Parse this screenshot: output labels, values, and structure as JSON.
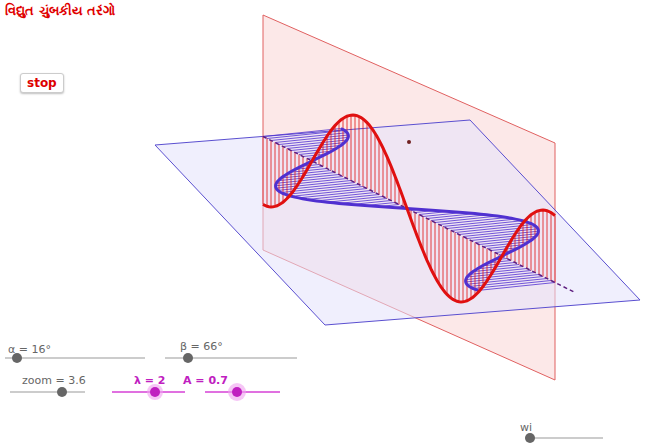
{
  "diagram": {
    "title": "વિદ્યુત ચુંબકીય તરંગો",
    "nodes": [
      {
        "text": [
          "stop"
        ]
      }
    ],
    "labels": [
      "α = 16°",
      "β = 66°",
      "zoom = 3.6",
      "λ = 2",
      "A = 0.7",
      "wi"
    ]
  }
}
